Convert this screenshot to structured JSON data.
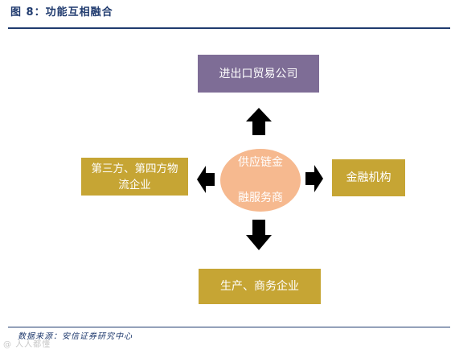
{
  "figure": {
    "title": "图 8：功能互相融合",
    "source": "数据来源：安信证券研究中心",
    "watermark": "@ 人人都懂"
  },
  "diagram": {
    "center": {
      "line1": "供应链金",
      "line2": "融服务商",
      "color": "#f6b98f"
    },
    "top": {
      "label": "进出口贸易公司",
      "color": "#7e6d96"
    },
    "left": {
      "line1": "第三方、第四方物",
      "line2": "流企业",
      "color": "#c6a534"
    },
    "right": {
      "label": "金融机构",
      "color": "#c6a534"
    },
    "bottom": {
      "label": "生产、商务企业",
      "color": "#c6a534"
    },
    "arrows": [
      "up",
      "down",
      "left",
      "right"
    ]
  }
}
